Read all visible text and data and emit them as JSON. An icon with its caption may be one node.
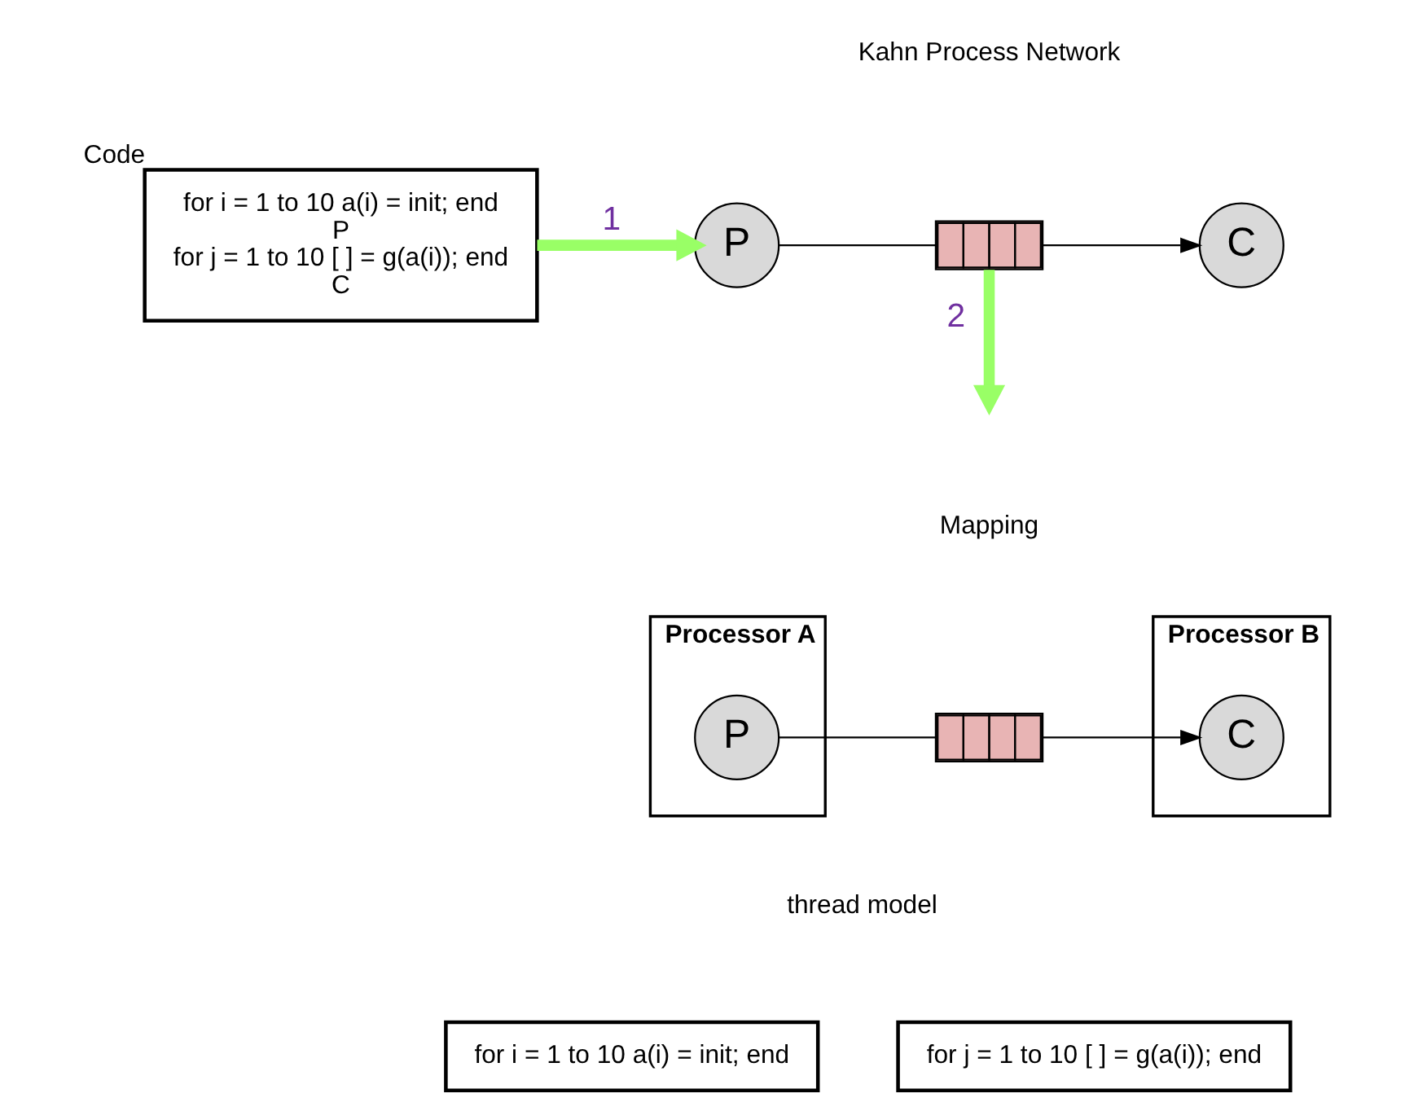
{
  "diagram": {
    "nodes": [
      {
        "text": [
          "for i = 1 to 10 a(i) = init; end",
          "P",
          "for j = 1 to 10 [ ] = g(a(i)); end",
          "C"
        ],
        "beside": [
          "Code"
        ]
      },
      {
        "text": [
          "P"
        ]
      },
      {
        "text": [],
        "shape": "box"
      },
      {
        "text": [
          "C"
        ]
      },
      {
        "text": [
          "Processor A"
        ]
      },
      {
        "text": [
          "P"
        ],
        "in": 4
      },
      {
        "text": [],
        "shape": "box"
      },
      {
        "text": [
          "Processor B"
        ]
      },
      {
        "text": [
          "C"
        ],
        "in": 7
      },
      {
        "text": [
          "for i = 1 to 10 a(i) = init; end"
        ]
      },
      {
        "text": [
          "for j = 1 to 10 [ ] = g(a(i)); end"
        ]
      }
    ],
    "edges": [
      {
        "from": 0,
        "to": 1,
        "arrow": "to",
        "label": "1",
        "style": "thick",
        "color": "#99ff66"
      },
      {
        "from": 1,
        "to": 2,
        "arrow": "none"
      },
      {
        "from": 2,
        "to": 3,
        "arrow": "to"
      },
      {
        "from": 2,
        "to": null,
        "arrow": "to",
        "label": "2",
        "style": "thick",
        "color": "#99ff66"
      },
      {
        "from": 5,
        "to": 6,
        "arrow": "none"
      },
      {
        "from": 6,
        "to": 8,
        "arrow": "to"
      }
    ],
    "labels": [
      "Kahn Process Network",
      "Mapping",
      "thread model"
    ]
  }
}
